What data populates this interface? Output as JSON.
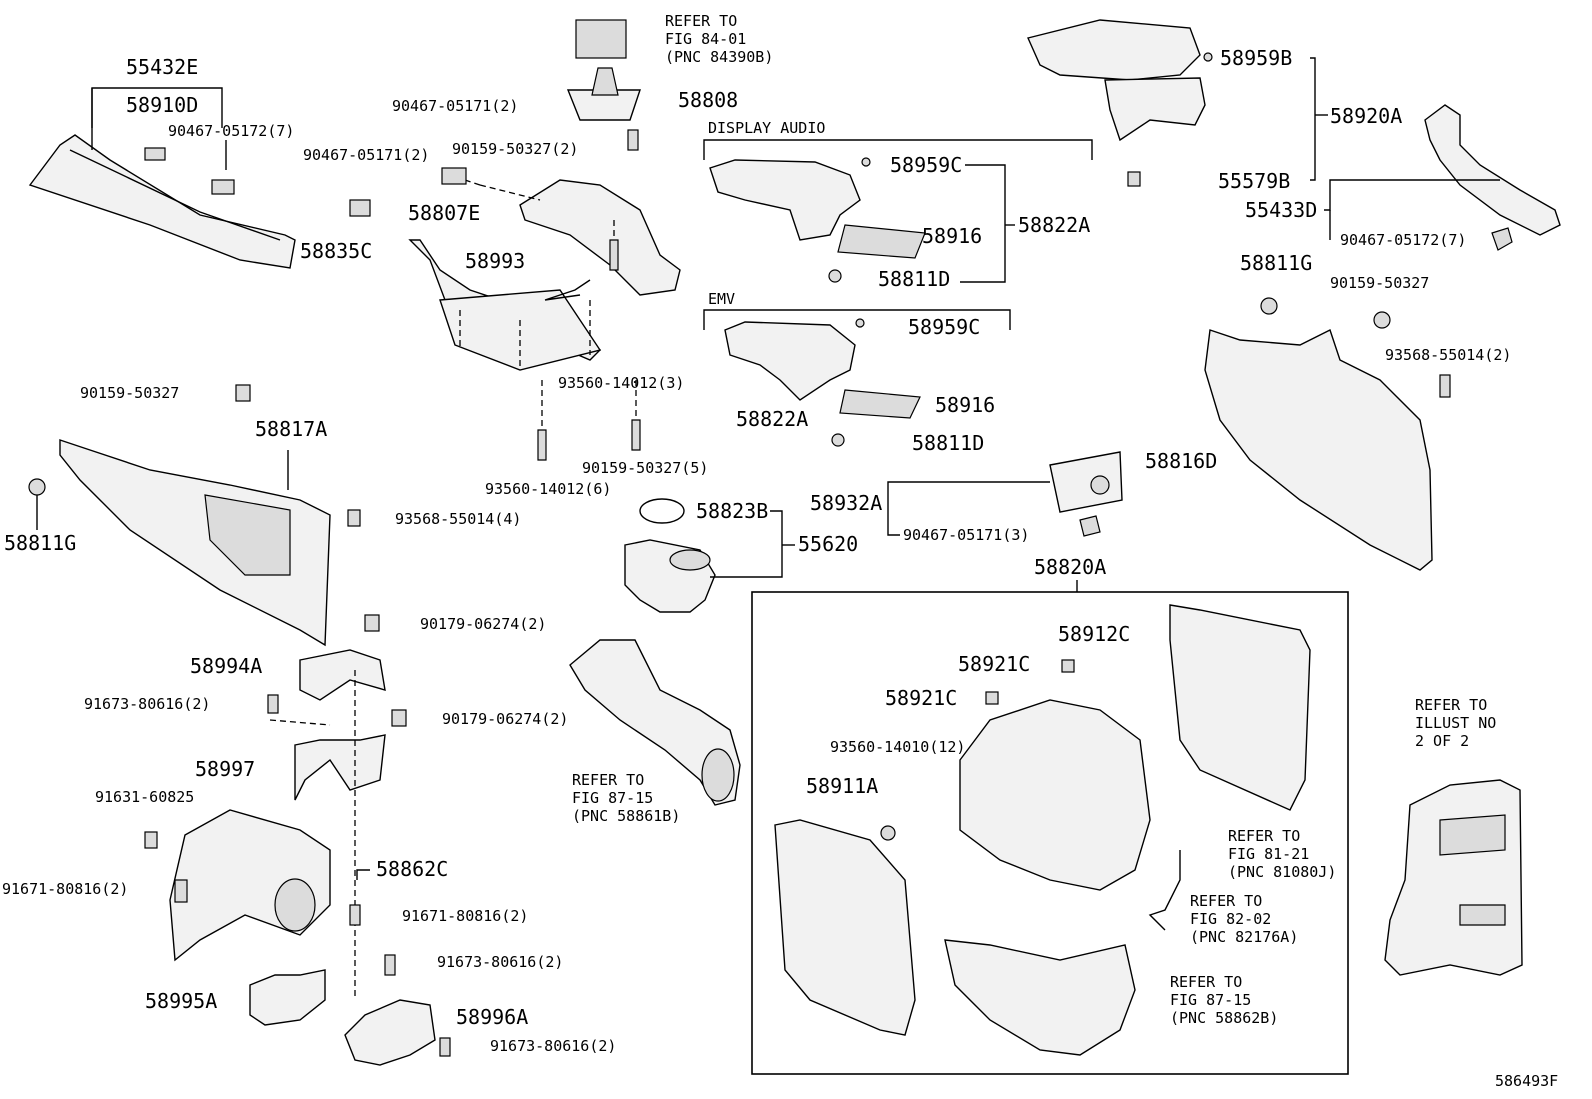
{
  "diagram": {
    "figure_id": "586493F",
    "sections": {
      "display_audio": "DISPLAY AUDIO",
      "emv": "EMV"
    },
    "labels": [
      {
        "id": "l1",
        "text": "55432E"
      },
      {
        "id": "l2",
        "text": "58910D"
      },
      {
        "id": "l3",
        "text": "90467-05172(7)"
      },
      {
        "id": "l4",
        "text": "90467-05171(2)"
      },
      {
        "id": "l5",
        "text": "90467-05171(2)"
      },
      {
        "id": "l6",
        "text": "90159-50327(2)"
      },
      {
        "id": "l7",
        "text": "58808"
      },
      {
        "id": "l8",
        "text": "58807E"
      },
      {
        "id": "l9",
        "text": "58835C"
      },
      {
        "id": "l10",
        "text": "58993"
      },
      {
        "id": "l11",
        "text": "93560-14012(3)"
      },
      {
        "id": "l12",
        "text": "90159-50327(5)"
      },
      {
        "id": "l13",
        "text": "93560-14012(6)"
      },
      {
        "id": "l14",
        "text": "90159-50327"
      },
      {
        "id": "l15",
        "text": "58817A"
      },
      {
        "id": "l16",
        "text": "58811G"
      },
      {
        "id": "l17",
        "text": "93568-55014(4)"
      },
      {
        "id": "l18",
        "text": "58959C"
      },
      {
        "id": "l19",
        "text": "58916"
      },
      {
        "id": "l20",
        "text": "58822A"
      },
      {
        "id": "l21",
        "text": "58811D"
      },
      {
        "id": "l22",
        "text": "58959C"
      },
      {
        "id": "l23",
        "text": "58916"
      },
      {
        "id": "l24",
        "text": "58822A"
      },
      {
        "id": "l25",
        "text": "58811D"
      },
      {
        "id": "l26",
        "text": "58959B"
      },
      {
        "id": "l27",
        "text": "58920A"
      },
      {
        "id": "l28",
        "text": "55579B"
      },
      {
        "id": "l29",
        "text": "55433D"
      },
      {
        "id": "l30",
        "text": "90467-05172(7)"
      },
      {
        "id": "l31",
        "text": "58811G"
      },
      {
        "id": "l32",
        "text": "90159-50327"
      },
      {
        "id": "l33",
        "text": "93568-55014(2)"
      },
      {
        "id": "l34",
        "text": "58816D"
      },
      {
        "id": "l35",
        "text": "58932A"
      },
      {
        "id": "l36",
        "text": "90467-05171(3)"
      },
      {
        "id": "l37",
        "text": "58823B"
      },
      {
        "id": "l38",
        "text": "55620"
      },
      {
        "id": "l39",
        "text": "58820A"
      },
      {
        "id": "l40",
        "text": "90179-06274(2)"
      },
      {
        "id": "l41",
        "text": "58994A"
      },
      {
        "id": "l42",
        "text": "91673-80616(2)"
      },
      {
        "id": "l43",
        "text": "90179-06274(2)"
      },
      {
        "id": "l44",
        "text": "58997"
      },
      {
        "id": "l45",
        "text": "91631-60825"
      },
      {
        "id": "l46",
        "text": "58862C"
      },
      {
        "id": "l47",
        "text": "91671-80816(2)"
      },
      {
        "id": "l48",
        "text": "91671-80816(2)"
      },
      {
        "id": "l49",
        "text": "91673-80616(2)"
      },
      {
        "id": "l50",
        "text": "58995A"
      },
      {
        "id": "l51",
        "text": "58996A"
      },
      {
        "id": "l52",
        "text": "91673-80616(2)"
      },
      {
        "id": "l53",
        "text": "58912C"
      },
      {
        "id": "l54",
        "text": "58921C"
      },
      {
        "id": "l55",
        "text": "58921C"
      },
      {
        "id": "l56",
        "text": "93560-14010(12)"
      },
      {
        "id": "l57",
        "text": "58911A"
      }
    ],
    "references": [
      {
        "id": "r1",
        "lines": [
          "REFER TO",
          "FIG 84-01",
          "(PNC 84390B)"
        ]
      },
      {
        "id": "r2",
        "lines": [
          "REFER TO",
          "FIG 87-15",
          "(PNC 58861B)"
        ]
      },
      {
        "id": "r3",
        "lines": [
          "REFER TO",
          "FIG 81-21",
          "(PNC 81080J)"
        ]
      },
      {
        "id": "r4",
        "lines": [
          "REFER TO",
          "FIG 82-02",
          "(PNC 82176A)"
        ]
      },
      {
        "id": "r5",
        "lines": [
          "REFER TO",
          "FIG 87-15",
          "(PNC 58862B)"
        ]
      },
      {
        "id": "r6",
        "lines": [
          "REFER TO",
          "ILLUST NO",
          "2 OF 2"
        ]
      }
    ]
  }
}
